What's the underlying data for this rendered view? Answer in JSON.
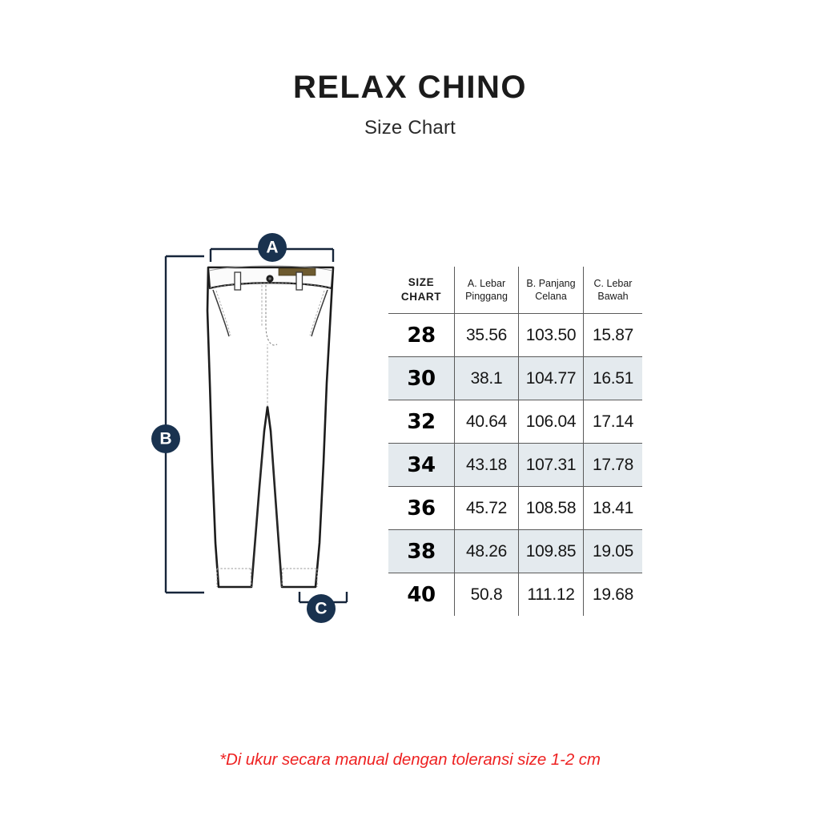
{
  "header": {
    "title": "RELAX CHINO",
    "subtitle": "Size Chart"
  },
  "diagram": {
    "marker_a": "A",
    "marker_b": "B",
    "marker_c": "C",
    "marker_color": "#19324f",
    "garment": "chino-pants-flat-sketch"
  },
  "footnote": {
    "text": "*Di ukur secara manual dengan toleransi size 1-2 cm",
    "color": "#ee2222"
  },
  "chart_data": {
    "type": "table",
    "title": "RELAX CHINO Size Chart",
    "columns": [
      "SIZE CHART",
      "A. Lebar Pinggang",
      "B. Panjang Celana",
      "C. Lebar Bawah"
    ],
    "column_parts": [
      {
        "line1": "SIZE",
        "line2": "CHART"
      },
      {
        "line1": "A. Lebar",
        "line2": "Pinggang"
      },
      {
        "line1": "B. Panjang",
        "line2": "Celana"
      },
      {
        "line1": "C. Lebar",
        "line2": "Bawah"
      }
    ],
    "units": "cm",
    "categories": [
      "28",
      "30",
      "32",
      "34",
      "36",
      "38",
      "40"
    ],
    "series": [
      {
        "name": "A. Lebar Pinggang",
        "values": [
          35.56,
          38.1,
          40.64,
          43.18,
          45.72,
          48.26,
          50.8
        ]
      },
      {
        "name": "B. Panjang Celana",
        "values": [
          103.5,
          104.77,
          106.04,
          107.31,
          108.58,
          109.85,
          111.12
        ]
      },
      {
        "name": "C. Lebar Bawah",
        "values": [
          15.87,
          16.51,
          17.14,
          17.78,
          18.41,
          19.05,
          19.68
        ]
      }
    ],
    "rows": [
      {
        "size": "28",
        "a": "35.56",
        "b": "103.50",
        "c": "15.87"
      },
      {
        "size": "30",
        "a": "38.1",
        "b": "104.77",
        "c": "16.51"
      },
      {
        "size": "32",
        "a": "40.64",
        "b": "106.04",
        "c": "17.14"
      },
      {
        "size": "34",
        "a": "43.18",
        "b": "107.31",
        "c": "17.78"
      },
      {
        "size": "36",
        "a": "45.72",
        "b": "108.58",
        "c": "18.41"
      },
      {
        "size": "38",
        "a": "48.26",
        "b": "109.85",
        "c": "19.05"
      },
      {
        "size": "40",
        "a": "50.8",
        "b": "111.12",
        "c": "19.68"
      }
    ],
    "alt_row_color": "#e4eaee",
    "border_color": "#5a5a5a"
  }
}
